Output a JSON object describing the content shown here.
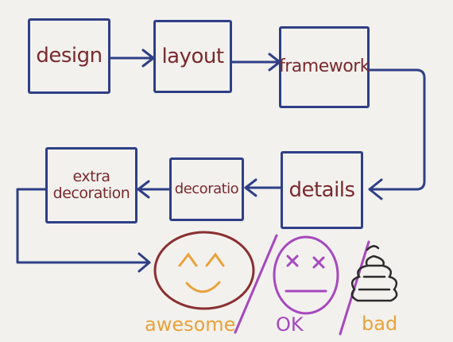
{
  "flow": {
    "design": "design",
    "layout": "layout",
    "framework": "framework",
    "details": "details",
    "decoration": "decoratio",
    "extra_line1": "extra",
    "extra_line2": "decoration"
  },
  "ratings": {
    "awesome": "awesome",
    "ok": "OK",
    "bad": "bad"
  },
  "colors": {
    "box_border": "#2f3f86",
    "box_text": "#7a2a2e",
    "awesome": "#e9a23b",
    "ok": "#a648bd",
    "bad_face": "#8a2f30"
  }
}
